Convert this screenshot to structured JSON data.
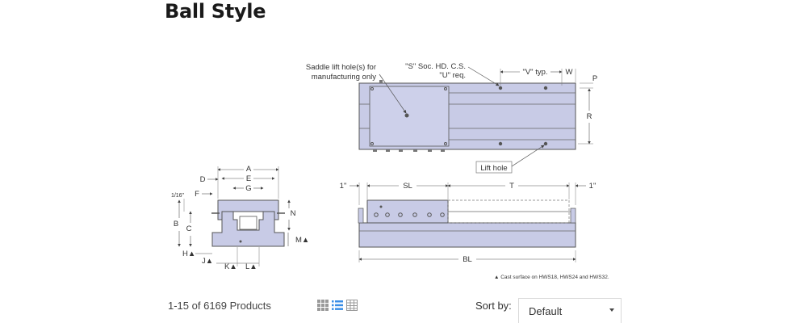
{
  "page_title": "Ball Style",
  "diagram": {
    "callout_saddle": [
      "Saddle lift hole(s) for",
      "manufacturing only"
    ],
    "callout_socket": [
      "\"S\" Soc. HD. C.S.",
      "\"U\" req."
    ],
    "dim_V": "\"V\" typ.",
    "dim_W": "W",
    "dim_P": "P",
    "dim_R": "R",
    "lift_hole": "Lift hole",
    "dim_1_left": "1\"",
    "dim_SL": "SL",
    "dim_T": "T",
    "dim_1_right": "1\"",
    "dim_BL": "BL",
    "cast_note": "▲ Cast surface on HWS18, HWS24 and HWS32.",
    "end_A": "A",
    "end_D": "D",
    "end_E": "E",
    "end_G": "G",
    "end_F": "F",
    "end_frac": "1/16\"",
    "end_B": "B",
    "end_C": "C",
    "end_N": "N",
    "end_M": "M▲",
    "end_H": "H▲",
    "end_J": "J▲",
    "end_K": "K▲",
    "end_L": "L▲"
  },
  "listing": {
    "result_count": "1-15 of 6169 Products",
    "sort_label": "Sort by:",
    "sort_value": "Default"
  },
  "colors": {
    "part_fill": "#c8cbe6",
    "line": "#555555",
    "toggle_active": "#3a8ee6",
    "toggle_inactive": "#9a9a9a"
  },
  "icons": {
    "grid_view": "grid-view-icon",
    "list_view": "list-view-icon",
    "table_view": "table-view-icon",
    "sort_caret": "caret-down-icon"
  }
}
